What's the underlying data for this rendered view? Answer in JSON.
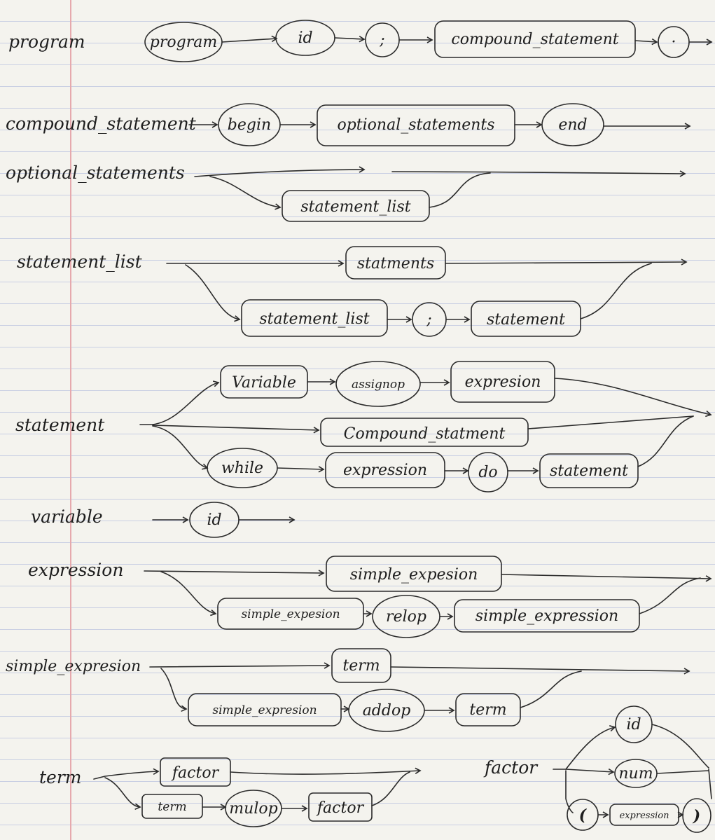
{
  "rules": [
    {
      "name": "program",
      "label": "program"
    },
    {
      "name": "compound-statement",
      "label": "compound_statement"
    },
    {
      "name": "optional-statements",
      "label": "optional_statements"
    },
    {
      "name": "statement-list",
      "label": "statement_list"
    },
    {
      "name": "statement",
      "label": "statement"
    },
    {
      "name": "variable",
      "label": "variable"
    },
    {
      "name": "expression",
      "label": "expression"
    },
    {
      "name": "simple-expression",
      "label": "simple_expresion"
    },
    {
      "name": "term",
      "label": "term"
    },
    {
      "name": "factor",
      "label": "factor"
    }
  ],
  "nodes": {
    "program_kw": "program",
    "program_id": "id",
    "program_semi": ";",
    "program_compound": "compound_statement",
    "program_dot": "·",
    "cs_begin": "begin",
    "cs_optional": "optional_statements",
    "cs_end": "end",
    "os_statement_list": "statement_list",
    "sl_statements": "statments",
    "sl_statement_list": "statement_list",
    "sl_semi": ";",
    "sl_statement": "statement",
    "st_variable": "Variable",
    "st_assignop": "assignop",
    "st_expression": "expresion",
    "st_compound": "Compound_statment",
    "st_while": "while",
    "st_expression2": "expression",
    "st_do": "do",
    "st_statement": "statement",
    "var_id": "id",
    "ex_simple1": "simple_expesion",
    "ex_simple2": "simple_expesion",
    "ex_relop": "relop",
    "ex_simple3": "simple_expression",
    "se_term1": "term",
    "se_simple": "simple_expresion",
    "se_addop": "addop",
    "se_term2": "term",
    "tm_factor1": "factor",
    "tm_term": "term",
    "tm_mulop": "mulop",
    "tm_factor2": "factor",
    "fa_id": "id",
    "fa_num": "num",
    "fa_lparen": "(",
    "fa_expression": "expression",
    "fa_rparen": ")"
  },
  "ink_color": "#2b2b2b",
  "paper_color": "#f4f3ee",
  "rule_line_color": "#c9cfe3",
  "margin_line_color": "#e6a9ad"
}
